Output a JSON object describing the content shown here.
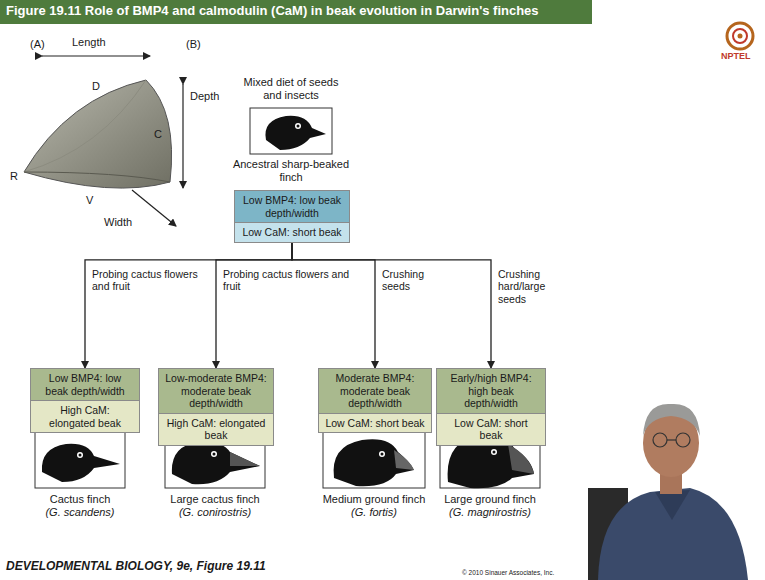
{
  "diagram": {
    "title": "Figure 19.11 Role of BMP4 and calmodulin (CaM) in beak evolution in Darwin's finches",
    "nodes": [
      {
        "text": [
          "Low BMP4: low beak depth/width"
        ]
      },
      {
        "text": [
          "Low CaM: short beak"
        ]
      },
      {
        "text": [
          "Low BMP4: low beak depth/width"
        ]
      },
      {
        "text": [
          "High CaM: elongated beak"
        ]
      },
      {
        "text": [
          "Low-moderate BMP4: moderate beak depth/width"
        ]
      },
      {
        "text": [
          "High CaM: elongated beak"
        ]
      },
      {
        "text": [
          "Moderate BMP4: moderate beak depth/width"
        ]
      },
      {
        "text": [
          "Low CaM: short beak"
        ]
      },
      {
        "text": [
          "Early/high BMP4: high beak depth/width"
        ]
      },
      {
        "text": [
          "Low CaM: short beak"
        ]
      }
    ],
    "edges": [
      {
        "from": 1,
        "to": 2,
        "arrow": "to",
        "label": "Probing cactus flowers and fruit"
      },
      {
        "from": 1,
        "to": 4,
        "arrow": "to",
        "label": "Probing cactus flowers and fruit"
      },
      {
        "from": 1,
        "to": 6,
        "arrow": "to",
        "label": "Crushing seeds"
      },
      {
        "from": 1,
        "to": 8,
        "arrow": "to",
        "label": "Crushing hard/large seeds"
      }
    ],
    "labels": [
      "(A)",
      "Length",
      "D",
      "Depth",
      "C",
      "R",
      "V",
      "Width",
      "(B)",
      "Mixed diet of seeds and insects",
      "Ancestral sharp-beaked finch",
      "Cactus finch",
      "(G. scandens)",
      "Large cactus finch",
      "(G. conirostris)",
      "Medium ground finch",
      "(G. fortis)",
      "Large ground finch",
      "(G. magnirostris)",
      "DEVELOPMENTAL BIOLOGY, 9e, Figure 19.11",
      "NPTEL",
      "© 2010 Sinauer Associates, Inc."
    ]
  }
}
